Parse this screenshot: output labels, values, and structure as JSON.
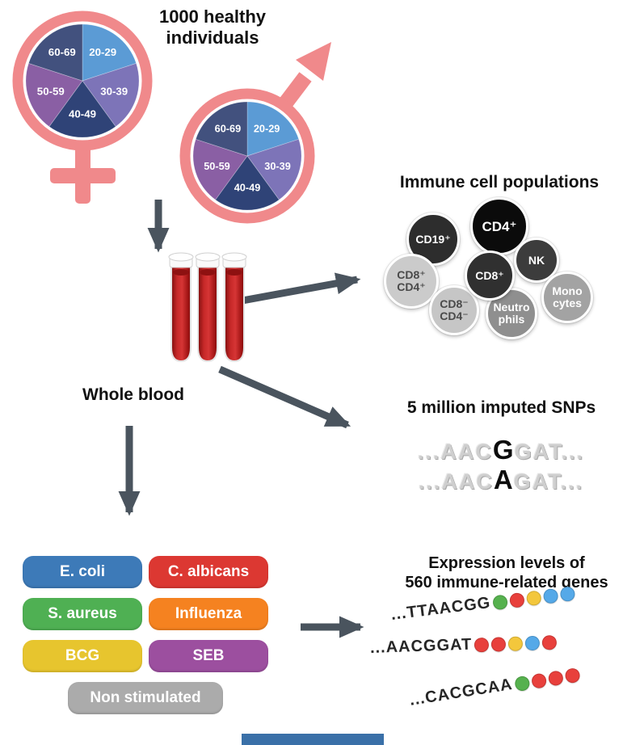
{
  "study": {
    "title_line1": "1000 healthy",
    "title_line2": "individuals"
  },
  "demographics": {
    "age_groups": [
      "20-29",
      "30-39",
      "40-49",
      "50-59",
      "60-69"
    ],
    "slice_colors": [
      "#5B9BD5",
      "#7D74B8",
      "#2F4377",
      "#8A5FA4",
      "#42517E"
    ],
    "symbol_color": "#F0898B"
  },
  "blood": {
    "label": "Whole blood"
  },
  "immune": {
    "title": "Immune cell populations",
    "cells": [
      {
        "line1": "CD19⁺",
        "line2": "",
        "color": "#2d2d2d",
        "text": "#ffffff"
      },
      {
        "line1": "CD4⁺",
        "line2": "",
        "color": "#0b0b0b",
        "text": "#ffffff"
      },
      {
        "line1": "NK",
        "line2": "",
        "color": "#3c3c3c",
        "text": "#ffffff"
      },
      {
        "line1": "CD8⁺",
        "line2": "CD4⁺",
        "color": "#cbcbcb",
        "text": "#4a4a4a"
      },
      {
        "line1": "CD8⁻",
        "line2": "CD4⁻",
        "color": "#c6c6c6",
        "text": "#4a4a4a"
      },
      {
        "line1": "CD8⁺",
        "line2": "",
        "color": "#303030",
        "text": "#ffffff"
      },
      {
        "line1": "Neutro",
        "line2": "phils",
        "color": "#8f8f8f",
        "text": "#ffffff"
      },
      {
        "line1": "Mono",
        "line2": "cytes",
        "color": "#a3a3a3",
        "text": "#ffffff"
      }
    ]
  },
  "snps": {
    "title": "5 million imputed SNPs",
    "sequences": [
      {
        "pre": "...AAC",
        "variant": "G",
        "post": "GAT..."
      },
      {
        "pre": "...AAC",
        "variant": "A",
        "post": "GAT..."
      }
    ]
  },
  "stimuli": {
    "items": [
      {
        "label": "E. coli",
        "color": "#3D7AB8"
      },
      {
        "label": "C. albicans",
        "color": "#DC3832"
      },
      {
        "label": "S. aureus",
        "color": "#4FB053"
      },
      {
        "label": "Influenza",
        "color": "#F58220"
      },
      {
        "label": "BCG",
        "color": "#E7C52E"
      },
      {
        "label": "SEB",
        "color": "#9C4F9F"
      },
      {
        "label": "Non stimulated",
        "color": "#ABABAB"
      }
    ]
  },
  "expression": {
    "title_line1": "Expression levels of",
    "title_line2": "560 immune-related genes",
    "dot_palette": {
      "green": "#56B14E",
      "red": "#E8403C",
      "yellow": "#F3C73C",
      "blue": "#55A9E8"
    },
    "rows": [
      {
        "seq": "...TTAACGG",
        "dots": [
          "#56B14E",
          "#E8403C",
          "#F3C73C",
          "#55A9E8",
          "#55A9E8"
        ]
      },
      {
        "seq": "...AACGGAT",
        "dots": [
          "#E8403C",
          "#E8403C",
          "#F3C73C",
          "#55A9E8",
          "#E8403C"
        ]
      },
      {
        "seq": "...CACGCAA",
        "dots": [
          "#56B14E",
          "#E8403C",
          "#E8403C",
          "#E8403C"
        ]
      }
    ]
  },
  "footer": {
    "bar_color": "#3A70A8"
  }
}
